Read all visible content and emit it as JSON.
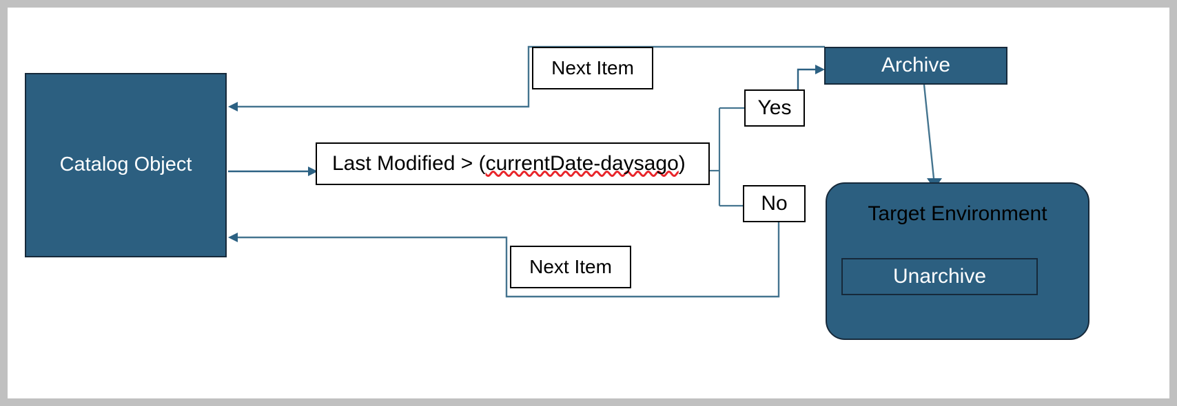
{
  "diagram": {
    "title": "Catalog Object Archive / Unarchive Flow",
    "canvas": {
      "background": "#ffffff",
      "frame_color": "#c0c0c0"
    },
    "colors": {
      "fill_blue": "#2c5f80",
      "box_border_dark": "#16293a",
      "connector_blue": "#44748f",
      "arrow_blue": "#2c6183",
      "text_white": "#ffffff",
      "text_black": "#000000",
      "spellcheck_red": "#e8252a"
    },
    "nodes": {
      "catalog_object": {
        "label": "Catalog Object",
        "shape": "rectangle",
        "style": "filled"
      },
      "decision": {
        "label_prefix": "Last Modified > (",
        "label_misspelled": "currentDate-daysago",
        "label_suffix": ")",
        "label_full": "Last Modified > (currentDate-daysago)",
        "shape": "rectangle",
        "style": "plain",
        "spellcheck_underline": true
      },
      "yes": {
        "label": "Yes",
        "shape": "rectangle",
        "style": "plain"
      },
      "no": {
        "label": "No",
        "shape": "rectangle",
        "style": "plain"
      },
      "next_item_top": {
        "label": "Next Item",
        "shape": "rectangle",
        "style": "plain"
      },
      "next_item_bottom": {
        "label": "Next Item",
        "shape": "rectangle",
        "style": "plain"
      },
      "archive": {
        "label": "Archive",
        "shape": "rectangle",
        "style": "filled"
      },
      "target_environment": {
        "label": "Target Environment",
        "shape": "rounded-rectangle",
        "style": "filled"
      },
      "unarchive": {
        "label": "Unarchive",
        "shape": "rectangle",
        "style": "filled"
      }
    },
    "edges": [
      {
        "from": "catalog_object",
        "to": "decision",
        "label": "",
        "arrow": "right"
      },
      {
        "from": "decision",
        "to": "yes",
        "label": "",
        "arrow": "none"
      },
      {
        "from": "decision",
        "to": "no",
        "label": "",
        "arrow": "none"
      },
      {
        "from": "yes",
        "to": "archive",
        "label": "",
        "arrow": "right"
      },
      {
        "from": "archive",
        "to": "catalog_object",
        "label": "Next Item",
        "arrow": "left"
      },
      {
        "from": "no",
        "to": "catalog_object",
        "label": "Next Item",
        "arrow": "left"
      },
      {
        "from": "archive",
        "to": "target_environment",
        "label": "",
        "arrow": "down"
      }
    ]
  }
}
